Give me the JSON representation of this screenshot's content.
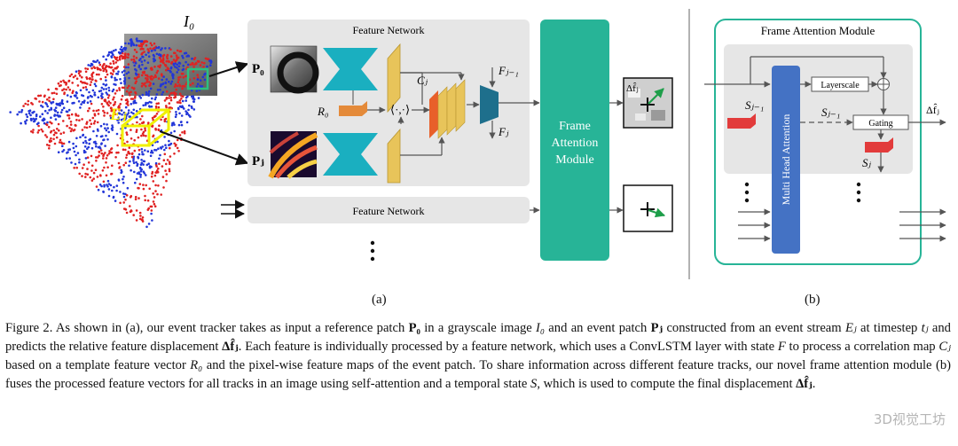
{
  "labels": {
    "image_label": "I₀",
    "p0": "P₀",
    "pj": "Pⱼ",
    "ej": "Eⱼ",
    "r0": "R₀",
    "corr": "⟨·,·⟩",
    "cj": "Cⱼ",
    "fj_minus": "Fⱼ₋₁",
    "fj": "Fⱼ",
    "delta_top": "Δf̂ⱼ",
    "feature_network_top": "Feature Network",
    "feature_network_bottom": "Feature Network",
    "fam_line1": "Frame",
    "fam_line2": "Attention",
    "fam_line3": "Module",
    "fam_title": "Frame  Attention Module",
    "sj_minus_1": "Sⱼ₋₁",
    "sj_minus_2": "Sⱼ₋₁",
    "sj": "Sⱼ",
    "layerscale": "Layerscale",
    "gating": "Gating",
    "mha": "Multi Head Attention",
    "delta_right": "Δf̂ⱼ",
    "sub_a": "(a)",
    "sub_b": "(b)"
  },
  "caption": {
    "c1": "Figure 2. As shown in (a), our event tracker takes as input a reference patch ",
    "c2": "P₀",
    "c3": " in a grayscale image ",
    "c4": "I₀",
    "c5": " and an event patch ",
    "c6": "Pⱼ",
    "c7": " constructed from an event stream ",
    "c8": "Eⱼ",
    "c9": " at timestep ",
    "c10": "tⱼ",
    "c11": " and predicts the relative feature displacement ",
    "c12": "Δf̂ⱼ",
    "c13": ". Each feature is individually processed by a feature network, which uses a ConvLSTM layer with state ",
    "c14": "F",
    "c15": " to process a correlation map ",
    "c16": "Cⱼ",
    "c17": " based on a template feature vector ",
    "c18": "R₀",
    "c19": " and the pixel-wise feature maps of the event patch. To share information across different feature tracks, our novel frame attention module (b) fuses the processed feature vectors for all tracks in an image using self-attention and a temporal state ",
    "c20": "S",
    "c21": ", which is used to compute the final displacement ",
    "c22": "Δf̂ⱼ",
    "c23": "."
  },
  "watermark": "3D视觉工坊",
  "colors": {
    "teal": "#27b497",
    "hourglass": "#1aafc0",
    "gold": "#e8c45a",
    "orange": "#e48a3a",
    "blue_block": "#4472c4",
    "red_block": "#e23b3b",
    "panel_gray": "#e6e6e6"
  }
}
